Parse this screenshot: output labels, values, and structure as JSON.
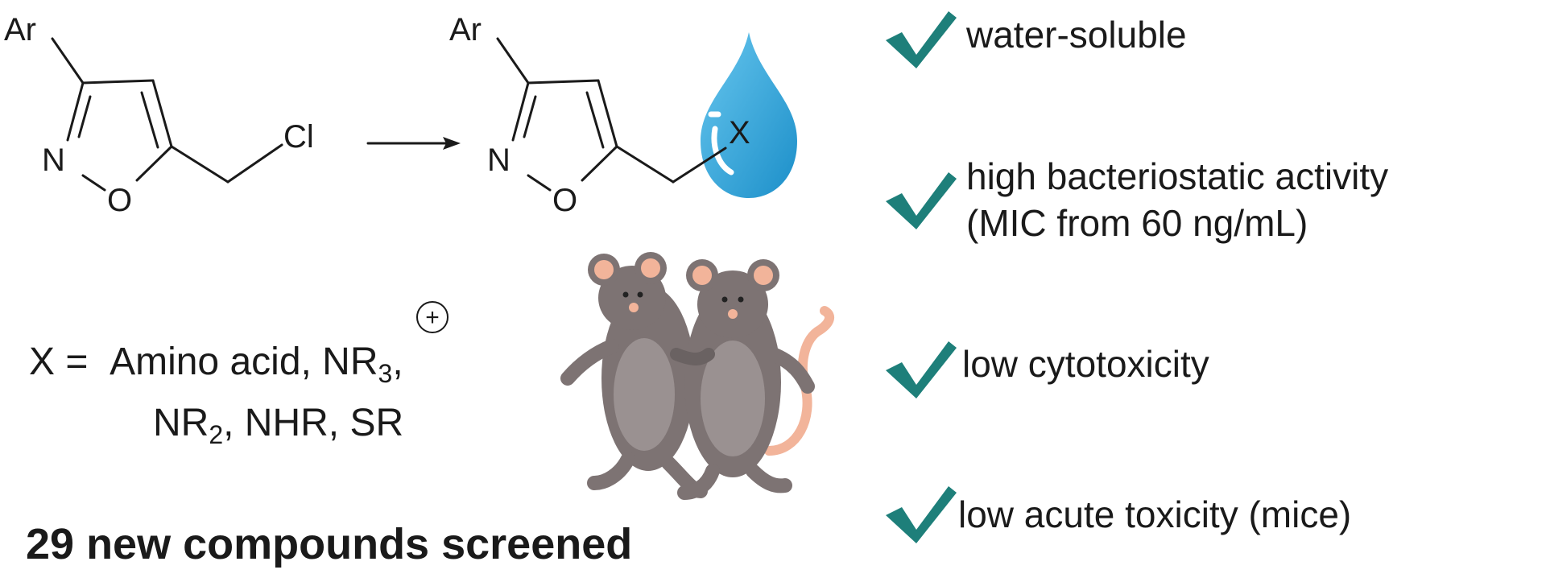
{
  "scheme": {
    "reactant": {
      "sub_top": "Ar",
      "n": "N",
      "o": "O",
      "cl": "Cl"
    },
    "product": {
      "sub_top": "Ar",
      "n": "N",
      "o": "O",
      "x": "X"
    }
  },
  "x_definition": {
    "prefix": "X =",
    "line1_text": "Amino acid, NR",
    "line1_sub": "3",
    "line1_end": ",",
    "charge": "+",
    "line2_a": "NR",
    "line2_sub": "2",
    "line2_b": ", NHR, SR"
  },
  "footer": "29 new compounds screened",
  "benefits": [
    {
      "text": "water-soluble"
    },
    {
      "text": "high bacteriostatic activity"
    },
    {
      "text": "(MIC from 60 ng/mL)"
    },
    {
      "text": "low cytotoxicity"
    },
    {
      "text": "low acute toxicity (mice)"
    }
  ],
  "colors": {
    "check": "#1e7f7a",
    "drop": "#2fa6dd",
    "mouse": "#7d7373",
    "tail": "#f2b49a"
  },
  "icons": [
    "check-icon",
    "water-drop-icon",
    "mice-illustration-icon"
  ]
}
